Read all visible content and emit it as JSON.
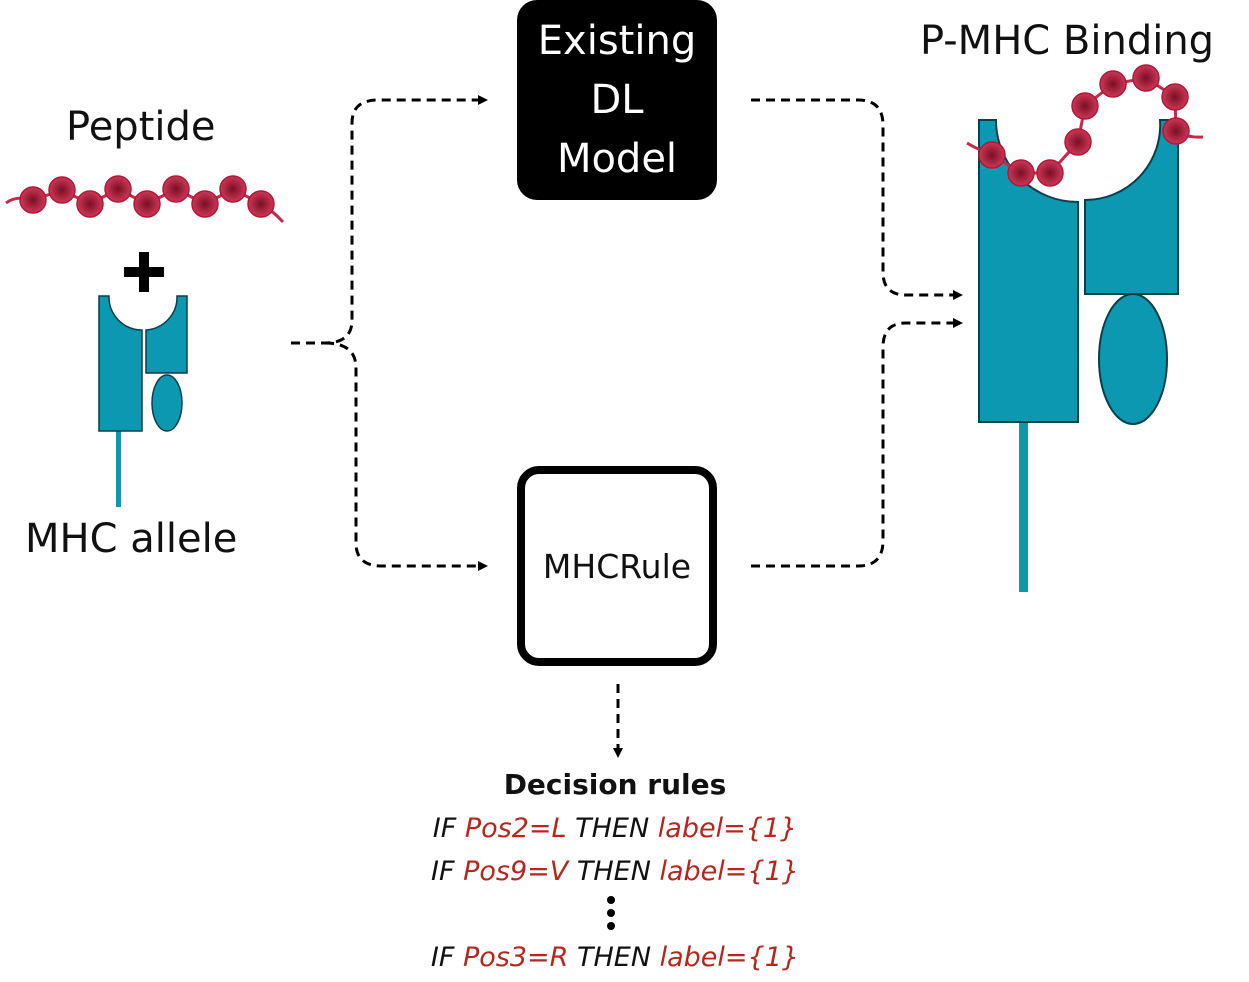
{
  "labels": {
    "peptide": "Peptide",
    "mhc_allele": "MHC allele",
    "binding": "P-MHC Binding"
  },
  "boxes": {
    "dl_model": [
      "Existing",
      "DL",
      "Model"
    ],
    "mhcrule": "MHCRule"
  },
  "rules": {
    "title": "Decision rules",
    "items": [
      {
        "if": "IF ",
        "cond": "Pos2=L",
        "then": " THEN ",
        "label": "label={1}"
      },
      {
        "if": "IF ",
        "cond": "Pos9=V",
        "then": " THEN ",
        "label": "label={1}"
      },
      {
        "if": "IF ",
        "cond": "Pos3=R",
        "then": " THEN ",
        "label": "label={1}"
      }
    ]
  },
  "colors": {
    "mhc_teal": "#0c98b0",
    "bead_red": "#c42a4a",
    "rule_red": "#b5261e"
  },
  "icons": [
    "plus-icon",
    "peptide-chain-icon",
    "mhc-molecule-icon",
    "ellipsis-icon"
  ]
}
